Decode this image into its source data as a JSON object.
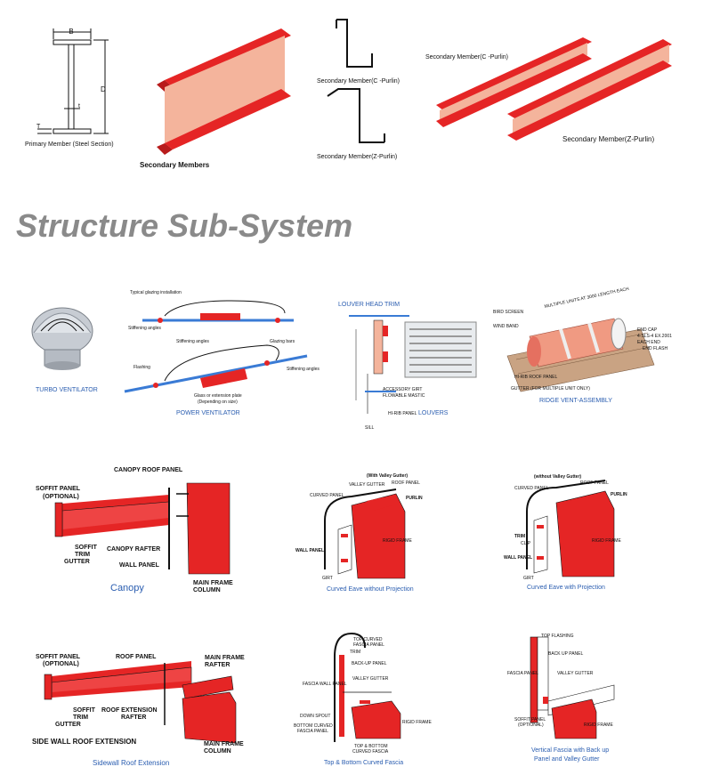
{
  "top_row": {
    "primary_member": "Primary Member (Steel Section)",
    "dim_b": "B",
    "dim_d": "D",
    "dim_t_small": "t",
    "dim_t_large": "T",
    "secondary_members": "Secondary Members",
    "c_purlin_small": "Secondary Member(C -Purlin)",
    "z_purlin_small": "Secondary Member(Z-Purlin)",
    "c_purlin_large": "Secondary Member(C -Purlin)",
    "z_purlin_large": "Secondary Member(Z-Purlin)"
  },
  "heading": "Structure  Sub-System",
  "accessories": {
    "turbo": "TURBO VENTILATOR",
    "power": {
      "caption": "POWER VENTILATOR",
      "typical": "Typical glazing installation",
      "stiff1": "Stiffening angles",
      "stiff2": "Stiffening angles",
      "stiff3": "Stiffening angles",
      "glazing": "Glazing bars",
      "flashing": "Flashing",
      "glass": "Glass or extension plate",
      "depending": "(Depending on size)"
    },
    "louver": {
      "head_trim": "LOUVER HEAD TRIM",
      "caption": "LOUVERS",
      "accessory": "ACCESSORY GIRT",
      "flowable": "FLOWABLE MASTIC",
      "hi_rib": "HI-RIB PANEL",
      "sill": "SILL"
    },
    "ridge": {
      "caption": "RIDGE VENT-ASSEMBLY",
      "bird": "BIRD SCREEN",
      "wind": "WIND BAND",
      "multiple": "MULTIPLE UNITS AT 3000 LENGTH EACH",
      "end_cap": "END CAP",
      "sls": "4-SLS-4 EX.2001",
      "each_end": "EACH END",
      "end_flash": "END FLASH",
      "hi_rib_roof": "HI-RIB ROOF PANEL",
      "gutter": "GUTTER (FOR MULTIPLE UNIT ONLY)"
    }
  },
  "canopy": {
    "caption": "Canopy",
    "roof_panel": "CANOPY ROOF PANEL",
    "soffit_panel": "SOFFIT PANEL",
    "optional": "(OPTIONAL)",
    "soffit": "SOFFIT",
    "trim": "TRIM",
    "gutter": "GUTTER",
    "rafter": "CANOPY RAFTER",
    "wall_panel": "WALL PANEL",
    "main_frame": "MAIN FRAME",
    "column": "COLUMN"
  },
  "curved_no_proj": {
    "caption": "Curved Eave without Projection",
    "with_valley": "(With Valley Gutter)",
    "curved_panel": "CURVED PANEL",
    "valley_gutter": "VALLEY GUTTER",
    "roof_panel": "ROOF PANEL",
    "purlin": "PURLIN",
    "rigid_frame": "RIGID FRAME",
    "wall_panel": "WALL PANEL",
    "girt": "GIRT"
  },
  "curved_proj": {
    "caption": "Curved Eave with Projection",
    "without_valley": "(without Valley Gutter)",
    "curved_panel": "CURVED PANEL",
    "roof_panel": "ROOF PANEL",
    "purlin": "PURLIN",
    "trim": "TRIM",
    "clip": "CLIP",
    "rigid_frame": "RIGID FRAME",
    "wall_panel": "WALL PANEL",
    "girt": "GIRT"
  },
  "sidewall": {
    "caption": "Sidewall Roof Extension",
    "title": "SIDE WALL ROOF EXTENSION",
    "soffit_panel": "SOFFIT PANEL",
    "optional": "(OPTIONAL)",
    "roof_panel": "ROOF PANEL",
    "main_frame": "MAIN FRAME",
    "rafter": "RAFTER",
    "soffit": "SOFFIT",
    "trim": "TRIM",
    "gutter": "GUTTER",
    "ext_rafter1": "ROOF EXTENSION",
    "ext_rafter2": "RAFTER",
    "main_frame2": "MAIN FRAME",
    "column": "COLUMN"
  },
  "fascia_curved": {
    "caption": "Top & Bottom Curved Fascia",
    "top_curved": "TOP CURVED",
    "fascia_panel": "FASCIA PANEL",
    "trim": "TRIM",
    "backup": "BACK-UP PANEL",
    "valley_gutter": "VALLEY GUTTER",
    "fascia_wall": "FASCIA WALL PANEL",
    "down_spout": "DOWN SPOUT",
    "bottom_curved": "BOTTOM CURVED",
    "fascia_panel2": "FASCIA PANEL",
    "top_bottom": "TOP & BOTTOM",
    "curved_fascia": "CURVED FASCIA",
    "rigid_frame": "RIGID FRAME"
  },
  "fascia_vertical": {
    "caption1": "Vertical Fascia with Back up",
    "caption2": "Panel and Valley Gutter",
    "top_flashing": "TOP FLASHING",
    "back_panel": "BACK UP PANEL",
    "fascia_panel": "FASCIA PANEL",
    "valley_gutter": "VALLEY GUTTER",
    "soffit_panel": "SOFFIT PANEL",
    "optional": "(OPTIONAL)",
    "rigid_frame": "RIGID FRAME"
  },
  "colors": {
    "red": "#e52525",
    "pink": "#f4b49c",
    "blue": "#2a5db0",
    "gray": "#8a8a8a"
  }
}
